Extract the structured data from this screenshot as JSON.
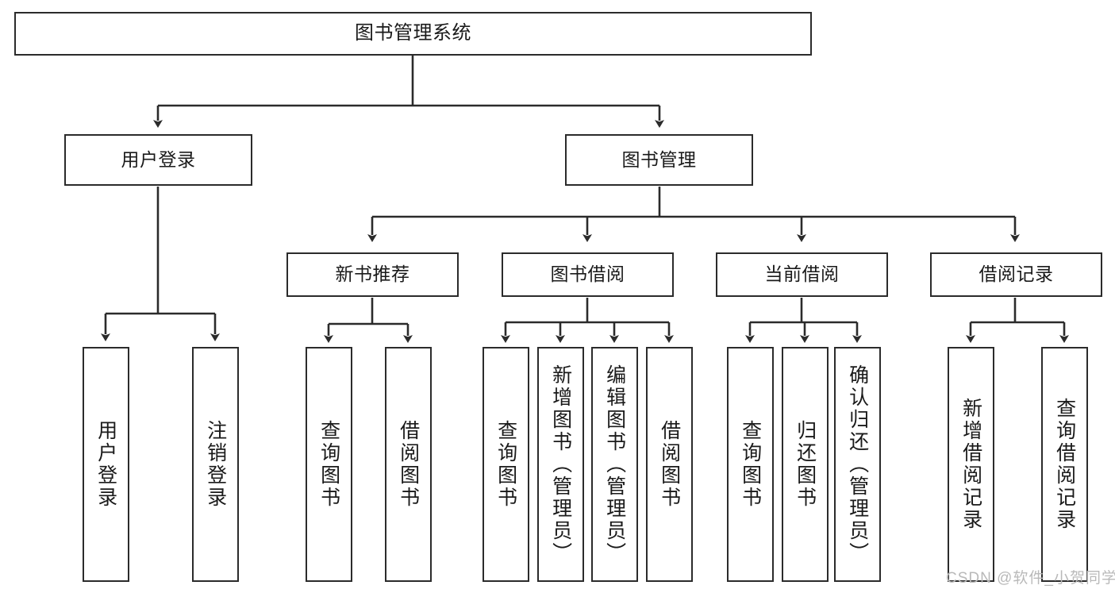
{
  "diagram": {
    "title": "图书管理系统",
    "type": "tree-hierarchy-chart",
    "background_color": "#ffffff",
    "node_border_color": "#2b2b2b",
    "edge_color": "#2b2b2b",
    "root": {
      "id": "root",
      "label": "图书管理系统"
    },
    "level2": [
      {
        "id": "user-login",
        "label": "用户登录"
      },
      {
        "id": "book-manage",
        "label": "图书管理"
      }
    ],
    "level3": [
      {
        "id": "new-book-recommend",
        "label": "新书推荐",
        "parent": "book-manage"
      },
      {
        "id": "book-borrow",
        "label": "图书借阅",
        "parent": "book-manage"
      },
      {
        "id": "current-borrow",
        "label": "当前借阅",
        "parent": "book-manage"
      },
      {
        "id": "borrow-record",
        "label": "借阅记录",
        "parent": "book-manage"
      }
    ],
    "leaves": [
      {
        "id": "leaf-user-login",
        "label": "用户登录",
        "parent": "user-login"
      },
      {
        "id": "leaf-logout",
        "label": "注销登录",
        "parent": "user-login"
      },
      {
        "id": "leaf-query-book-1",
        "label": "查询图书",
        "parent": "new-book-recommend"
      },
      {
        "id": "leaf-borrow-book-1",
        "label": "借阅图书",
        "parent": "new-book-recommend"
      },
      {
        "id": "leaf-query-book-2",
        "label": "查询图书",
        "parent": "book-borrow"
      },
      {
        "id": "leaf-add-book",
        "label": "新增图书（管理员）",
        "parent": "book-borrow"
      },
      {
        "id": "leaf-edit-book",
        "label": "编辑图书（管理员）",
        "parent": "book-borrow"
      },
      {
        "id": "leaf-borrow-book-2",
        "label": "借阅图书",
        "parent": "book-borrow"
      },
      {
        "id": "leaf-query-book-3",
        "label": "查询图书",
        "parent": "current-borrow"
      },
      {
        "id": "leaf-return-book",
        "label": "归还图书",
        "parent": "current-borrow"
      },
      {
        "id": "leaf-confirm-return",
        "label": "确认归还（管理员）",
        "parent": "current-borrow"
      },
      {
        "id": "leaf-add-record",
        "label": "新增借阅记录",
        "parent": "borrow-record"
      },
      {
        "id": "leaf-query-record",
        "label": "查询借阅记录",
        "parent": "borrow-record"
      }
    ],
    "watermark": "CSDN @软件_小贺同学"
  }
}
